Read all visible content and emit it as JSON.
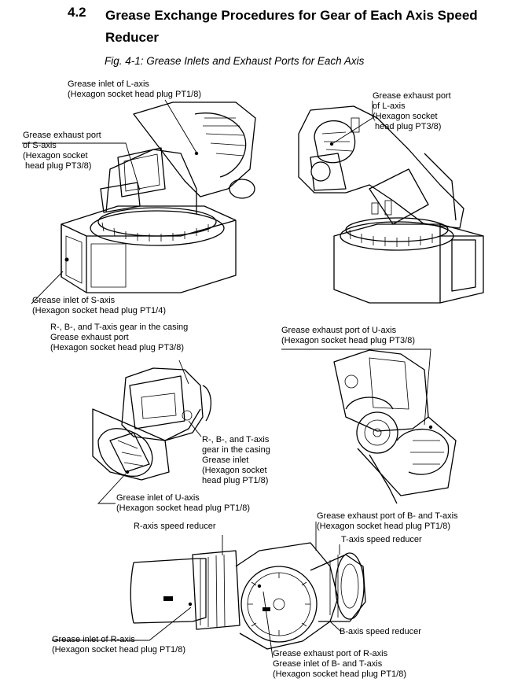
{
  "heading": {
    "number": "4.2",
    "title": "Grease Exchange Procedures for Gear of Each Axis Speed Reducer"
  },
  "figure_caption": "Fig. 4-1: Grease Inlets and Exhaust Ports for Each Axis",
  "labels": {
    "l_inlet": [
      "Grease inlet of L-axis",
      "(Hexagon socket head plug PT1/8)"
    ],
    "s_exhaust": [
      "Grease exhaust port",
      "of S-axis",
      "(Hexagon socket",
      " head plug PT3/8)"
    ],
    "l_exhaust": [
      "Grease exhaust port",
      "of L-axis",
      "(Hexagon socket",
      " head plug PT3/8)"
    ],
    "s_inlet": [
      "Grease inlet of S-axis",
      "(Hexagon socket head plug PT1/4)"
    ],
    "rbt_exhaust_casing": [
      "R-, B-, and T-axis gear in the casing",
      "Grease exhaust port",
      "(Hexagon socket head plug PT3/8)"
    ],
    "u_exhaust": [
      "Grease exhaust port of U-axis",
      "(Hexagon socket head plug PT3/8)"
    ],
    "rbt_inlet_casing": [
      "R-, B-, and T-axis",
      "gear in the casing",
      "Grease inlet",
      "(Hexagon socket",
      "head plug PT1/8)"
    ],
    "u_inlet": [
      "Grease inlet of U-axis",
      "(Hexagon socket head plug PT1/8)"
    ],
    "r_reducer": [
      "R-axis speed reducer"
    ],
    "bt_exhaust": [
      "Grease exhaust port of B- and T-axis",
      "(Hexagon socket head plug PT1/8)"
    ],
    "t_reducer": [
      "T-axis speed reducer"
    ],
    "b_reducer": [
      "B-axis speed reducer"
    ],
    "r_inlet": [
      "Grease inlet of R-axis",
      "(Hexagon socket head plug PT1/8)"
    ],
    "r_exhaust_bt_inlet": [
      "Grease exhaust port of R-axis",
      "Grease inlet of B- and T-axis",
      "(Hexagon socket head plug PT1/8)"
    ]
  }
}
